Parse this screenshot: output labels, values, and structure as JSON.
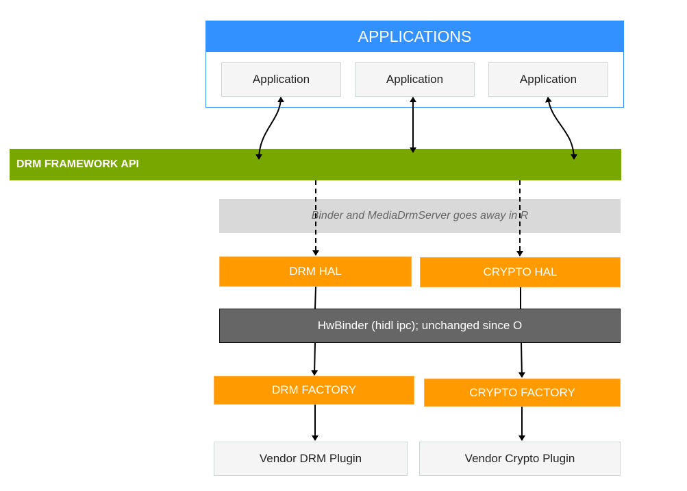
{
  "applications": {
    "title": "APPLICATIONS",
    "items": [
      "Application",
      "Application",
      "Application"
    ]
  },
  "framework": {
    "label": "DRM FRAMEWORK API"
  },
  "binder_note": "Binder and MediaDrmServer  goes away in R",
  "hal": {
    "drm": "DRM HAL",
    "crypto": "CRYPTO HAL"
  },
  "hwbinder": "HwBinder (hidl ipc); unchanged since O",
  "factory": {
    "drm": "DRM FACTORY",
    "crypto": "CRYPTO FACTORY"
  },
  "plugin": {
    "drm": "Vendor DRM Plugin",
    "crypto": "Vendor Crypto Plugin"
  },
  "colors": {
    "applications": "#3390ff",
    "framework": "#78a700",
    "hal": "#ff9a00",
    "hwbinder": "#666666",
    "note": "#d9d9d9"
  }
}
